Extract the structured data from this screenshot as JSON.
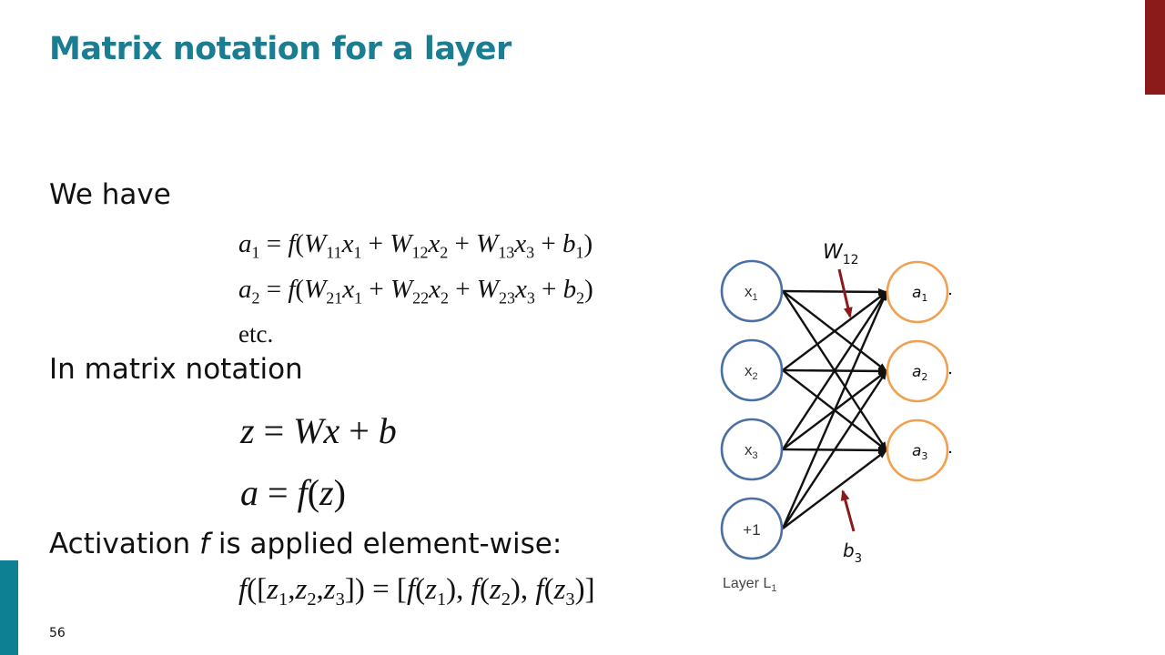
{
  "slide": {
    "title": "Matrix notation for a layer",
    "page_number": "56",
    "colors": {
      "title": "#1a7d92",
      "accent_top": "#8b1a1a",
      "accent_left": "#0e8093",
      "input_node": "#4a6fa5",
      "output_node": "#f0a050",
      "annotation_arrow": "#8b1a1a"
    }
  },
  "text": {
    "we_have": "We have",
    "in_matrix_notation": "In matrix notation",
    "activation_prefix": "Activation ",
    "activation_f": "f",
    "activation_suffix": " is applied element-wise:",
    "etc": "etc."
  },
  "equations": {
    "a1": "a1 = f(W11x1 + W12x2 + W13x3 + b1)",
    "a2": "a2 = f(W21x1 + W22x2 + W23x3 + b2)",
    "z": "z = Wx + b",
    "a": "a = f(z)",
    "elementwise": "f([z1,z2,z3]) = [f(z1), f(z2), f(z3)]"
  },
  "diagram": {
    "input_nodes": [
      "x1",
      "x2",
      "x3",
      "+1"
    ],
    "output_nodes": [
      "a1",
      "a2",
      "a3"
    ],
    "weight_annotation": "W12",
    "bias_annotation": "b3",
    "layer_label": "Layer L1"
  }
}
